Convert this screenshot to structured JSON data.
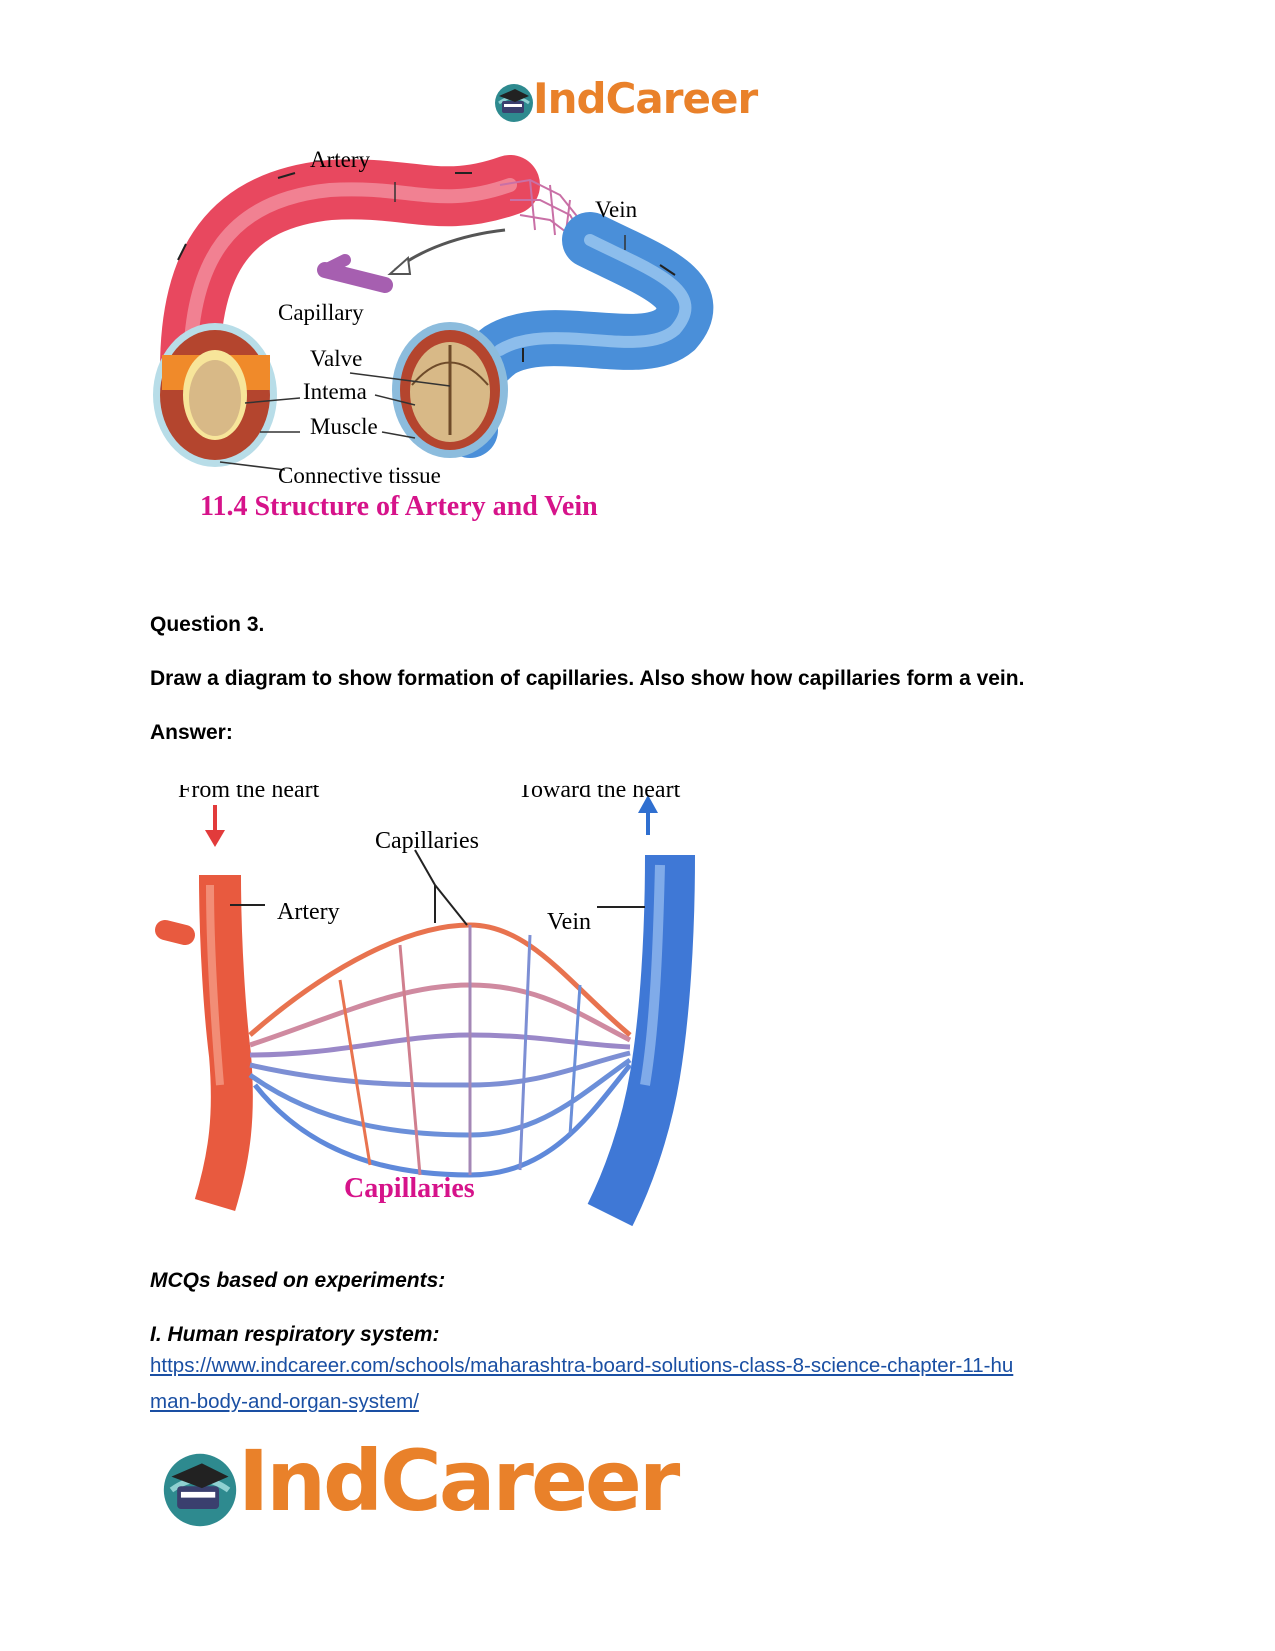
{
  "header_logo": {
    "text": "IndCareer",
    "icon": "graduation-cap-globe-icon"
  },
  "figure1": {
    "labels": {
      "artery": "Artery",
      "vein": "Vein",
      "capillary": "Capillary",
      "valve": "Valve",
      "intema": "Intema",
      "muscle": "Muscle",
      "connective": "Connective tissue"
    },
    "caption": "11.4 Structure of Artery and Vein"
  },
  "question": {
    "number": "Question 3.",
    "text": "Draw a diagram to show formation of capillaries. Also show how capillaries form a vein.",
    "answer": "Answer:"
  },
  "figure2": {
    "labels": {
      "from_heart": "From the heart",
      "toward_heart": "Toward the heart",
      "capillaries": "Capillaries",
      "artery": "Artery",
      "vein": "Vein"
    },
    "caption": "Capillaries"
  },
  "mcq": {
    "heading": "MCQs based on experiments:",
    "subheading": "I. Human respiratory system:",
    "link_line1": "https://www.indcareer.com/schools/maharashtra-board-solutions-class-8-science-chapter-11-hu",
    "link_line2": "man-body-and-organ-system/"
  },
  "footer_logo": {
    "text": "IndCareer",
    "icon": "graduation-cap-globe-icon"
  },
  "colors": {
    "brand_orange": "#e9812a",
    "caption_magenta": "#d6138a",
    "link_blue": "#1a4fa3",
    "artery_red": "#e8485f",
    "vein_blue": "#4a8fd9"
  }
}
